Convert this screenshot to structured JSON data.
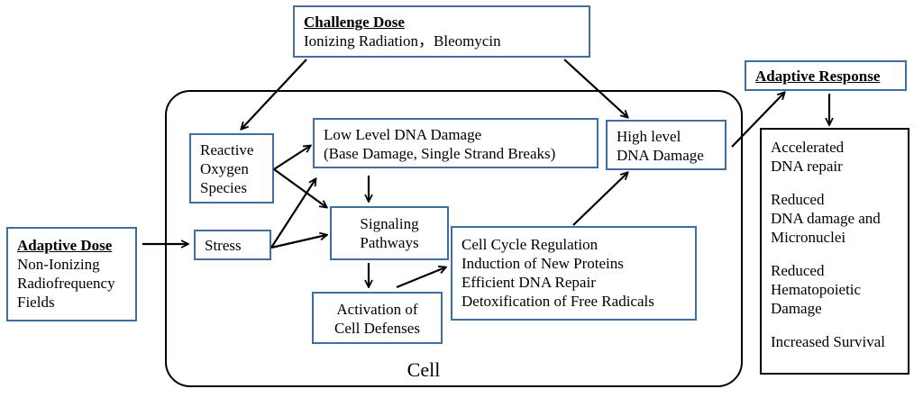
{
  "challenge": {
    "title": "Challenge Dose",
    "detail": "Ionizing Radiation，Bleomycin"
  },
  "adaptive_dose": {
    "title": "Adaptive Dose",
    "lines": [
      "Non-Ionizing",
      "Radiofrequency",
      "Fields"
    ]
  },
  "adaptive_response": {
    "title": "Adaptive Response"
  },
  "ros": {
    "lines": [
      "Reactive",
      "Oxygen",
      "Species"
    ]
  },
  "stress": {
    "label": "Stress"
  },
  "low_damage": {
    "lines": [
      "Low Level DNA Damage",
      "(Base Damage, Single Strand Breaks)"
    ]
  },
  "signaling": {
    "lines": [
      "Signaling",
      "Pathways"
    ]
  },
  "activation": {
    "lines": [
      "Activation of",
      "Cell Defenses"
    ]
  },
  "cell_cycle": {
    "lines": [
      "Cell Cycle Regulation",
      "Induction of New Proteins",
      "Efficient DNA Repair",
      "Detoxification of Free Radicals"
    ]
  },
  "high_damage": {
    "lines": [
      "High level",
      "DNA Damage"
    ]
  },
  "outcomes": [
    [
      "Accelerated",
      "DNA repair"
    ],
    [
      "Reduced",
      "DNA damage and",
      "Micronuclei"
    ],
    [
      "Reduced",
      "Hematopoietic",
      "Damage"
    ],
    [
      "Increased Survival"
    ]
  ],
  "cell": {
    "label": "Cell"
  },
  "colors": {
    "box_border": "#3f6e9f",
    "arrow": "#000000",
    "cell_border": "#000000"
  }
}
